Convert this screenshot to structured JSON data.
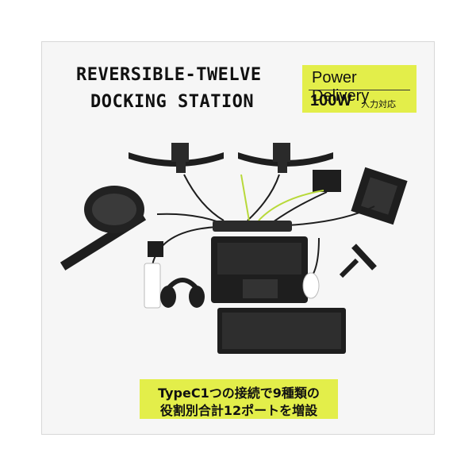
{
  "title": {
    "line1": "REVERSIBLE-TWELVE",
    "line2": "DOCKING STATION"
  },
  "badge": {
    "line1": "Power Delivery",
    "line2_main": "100W",
    "line2_small": "入力対応"
  },
  "caption": {
    "line1": "TypeC1つの接続で9種類の",
    "line2": "役割別合計12ポートを増設"
  },
  "colors": {
    "accent": "#e3ee4a",
    "device": "#1e1e1e"
  }
}
